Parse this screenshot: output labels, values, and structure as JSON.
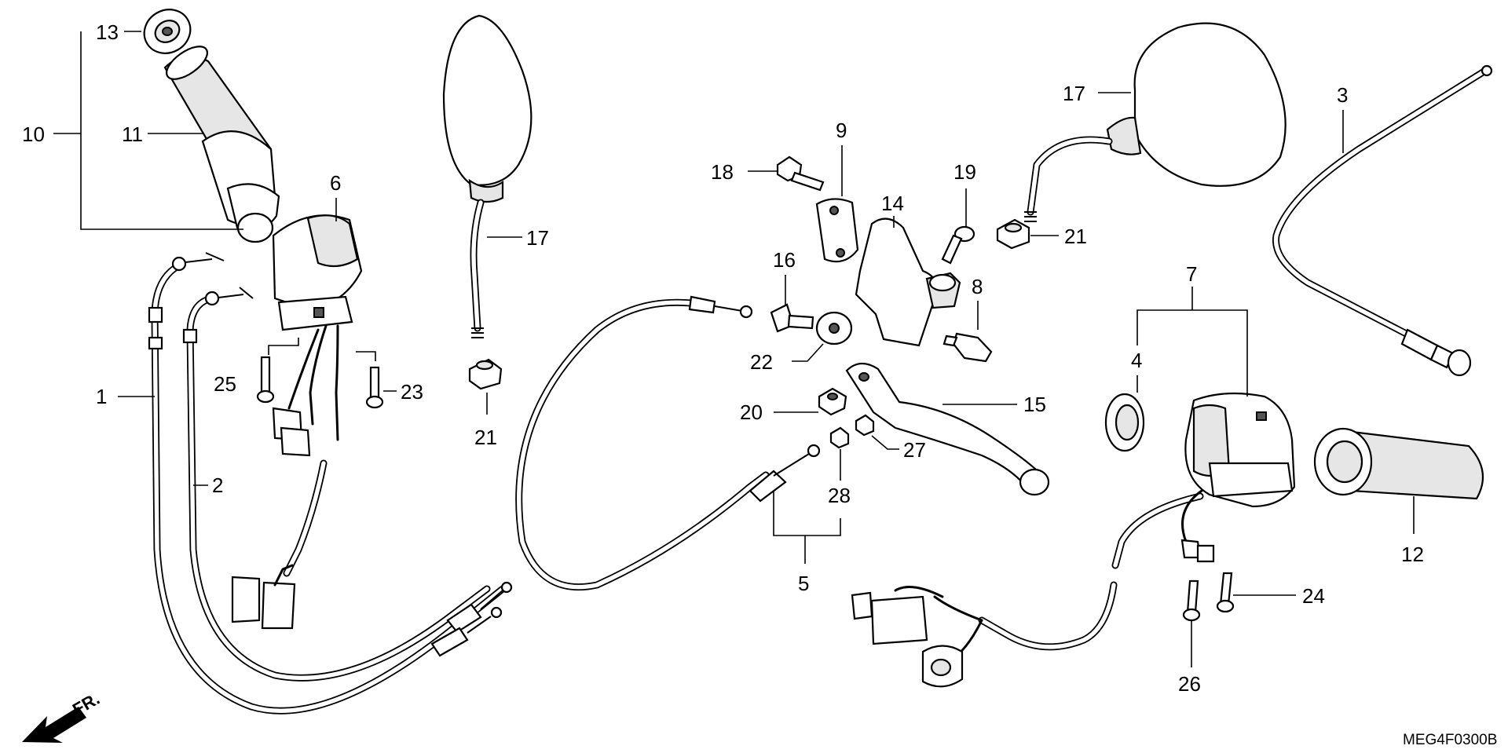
{
  "diagram": {
    "callouts": {
      "c1": "1",
      "c2": "2",
      "c3": "3",
      "c4": "4",
      "c5": "5",
      "c6": "6",
      "c7": "7",
      "c8": "8",
      "c9": "9",
      "c10": "10",
      "c11": "11",
      "c12": "12",
      "c13": "13",
      "c14": "14",
      "c15": "15",
      "c16": "16",
      "c17a": "17",
      "c17b": "17",
      "c18": "18",
      "c19": "19",
      "c20": "20",
      "c21a": "21",
      "c21b": "21",
      "c22": "22",
      "c23": "23",
      "c24": "24",
      "c25": "25",
      "c26": "26",
      "c27": "27",
      "c28": "28"
    },
    "front_label": "FR.",
    "part_code": "MEG4F0300B"
  }
}
